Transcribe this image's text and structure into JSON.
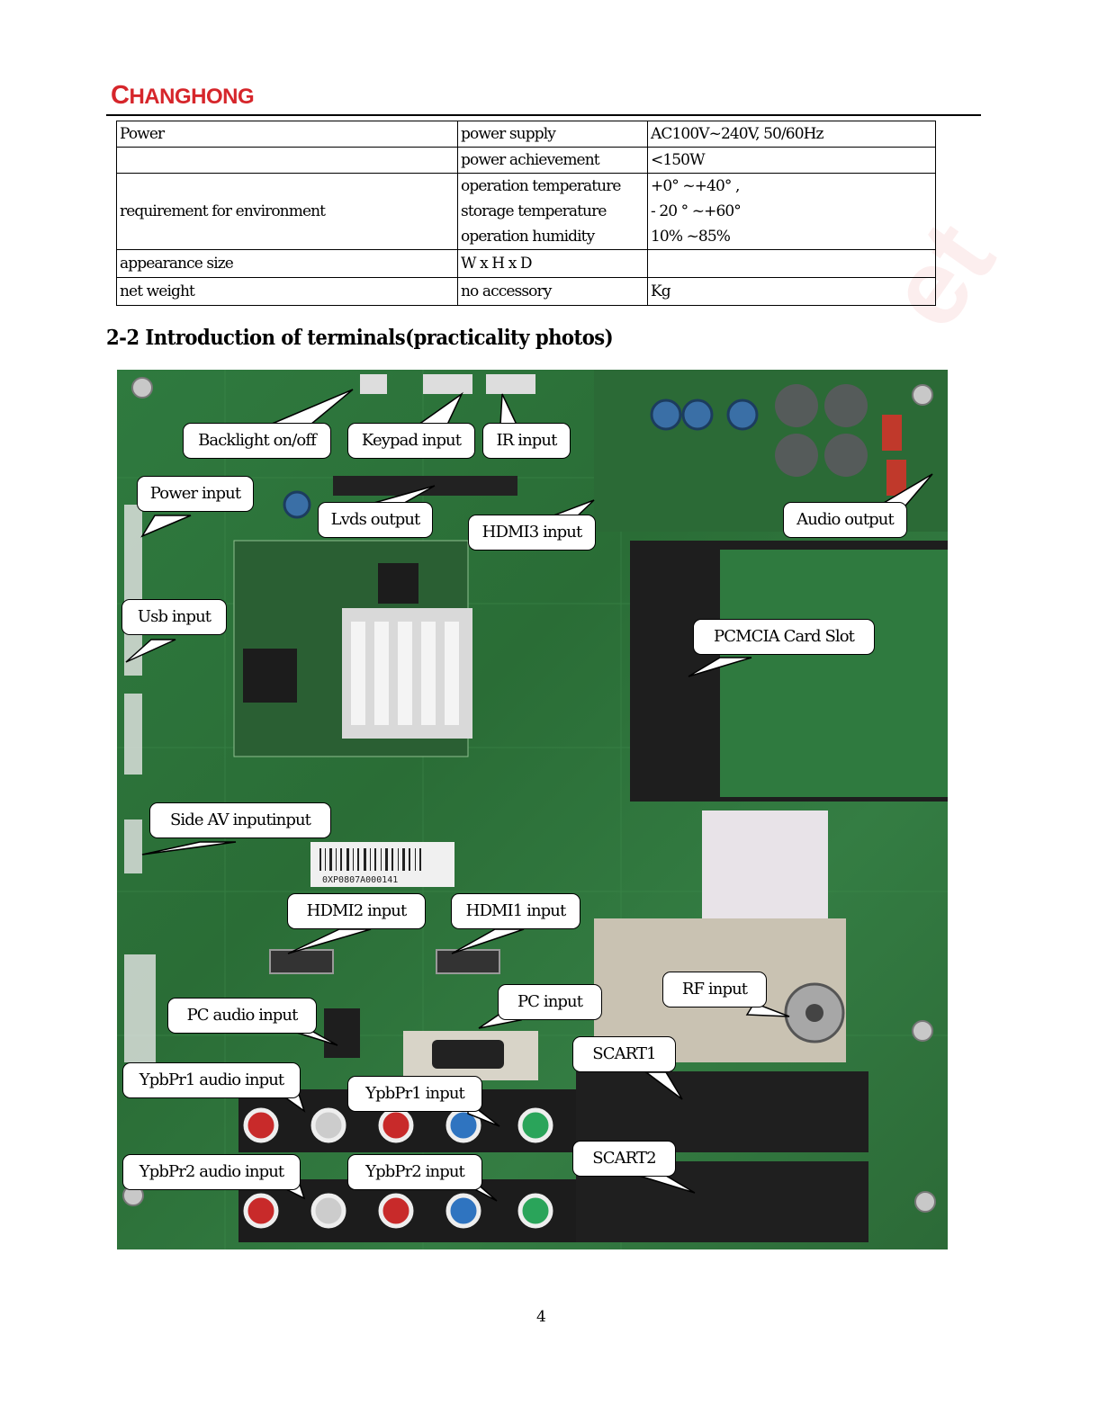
{
  "header": {
    "logo_text": "CHANGHONG",
    "logo_color": "#d6262b"
  },
  "spec_table": {
    "rows": [
      {
        "c1": "Power",
        "c2": [
          "power supply"
        ],
        "c3": [
          "AC100V~240V, 50/60Hz"
        ]
      },
      {
        "c1": "",
        "c2": [
          "power achievement"
        ],
        "c3": [
          "<150W"
        ]
      },
      {
        "c1": "requirement for environment",
        "c2": [
          "operation temperature",
          "storage temperature",
          "operation humidity"
        ],
        "c3": [
          "+0° ~+40° ,",
          "- 20 ° ~+60°",
          "10% ~85%"
        ]
      },
      {
        "c1": "appearance size",
        "c2": [
          "W x H x D"
        ],
        "c3": [
          ""
        ]
      },
      {
        "c1": "net weight",
        "c2": [
          "no accessory"
        ],
        "c3": [
          "Kg"
        ]
      }
    ]
  },
  "section": {
    "title": "2-2 Introduction of terminals(practicality photos)"
  },
  "photo": {
    "callouts": {
      "backlight": "Backlight on/off",
      "keypad": "Keypad input",
      "ir": "IR input",
      "power": "Power input",
      "lvds": "Lvds output",
      "hdmi3": "HDMI3 input",
      "audio_out": "Audio output",
      "usb": "Usb input",
      "pcmcia": "PCMCIA Card Slot",
      "side_av": "Side AV inputinput",
      "hdmi2": "HDMI2 input",
      "hdmi1": "HDMI1 input",
      "rf": "RF input",
      "pc": "PC input",
      "pc_audio": "PC audio input",
      "scart1": "SCART1",
      "ypbpr1_audio": "YpbPr1 audio input",
      "ypbpr1": "YpbPr1 input",
      "scart2": "SCART2",
      "ypbpr2_audio": "YpbPr2 audio input",
      "ypbpr2": "YpbPr2 input"
    },
    "board_label": "0XP0807A000141"
  },
  "footer": {
    "page_number": "4"
  }
}
